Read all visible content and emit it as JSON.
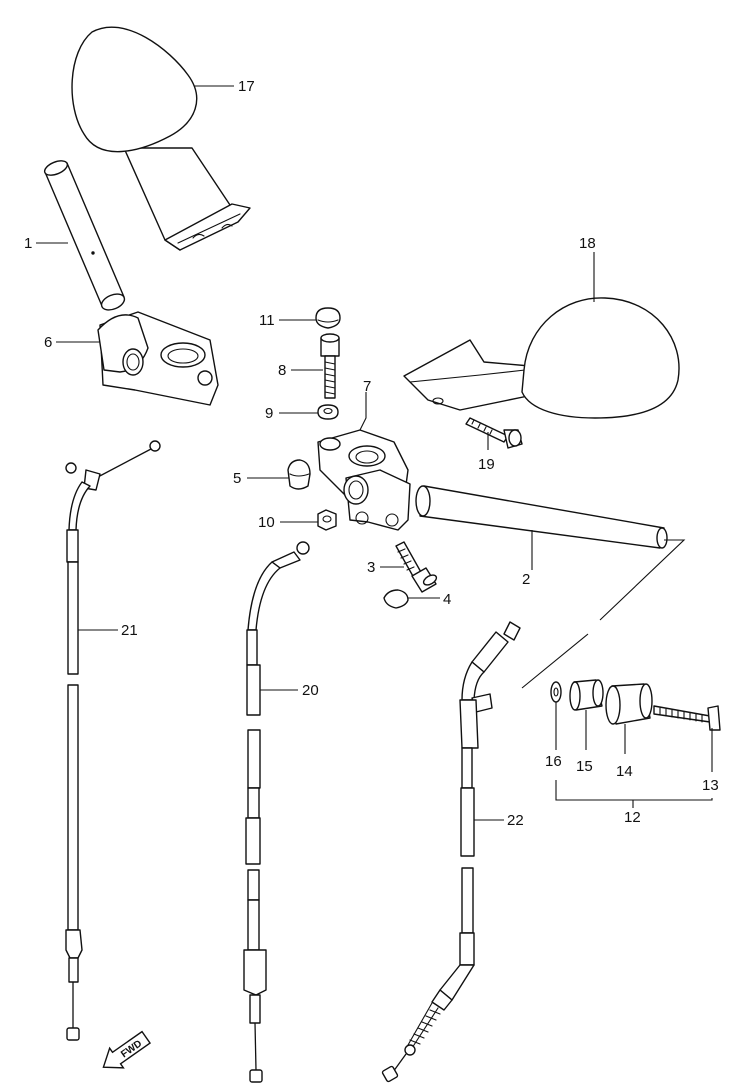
{
  "callouts": [
    {
      "id": "1",
      "text": "1"
    },
    {
      "id": "2",
      "text": "2"
    },
    {
      "id": "3",
      "text": "3"
    },
    {
      "id": "4",
      "text": "4"
    },
    {
      "id": "5",
      "text": "5"
    },
    {
      "id": "6",
      "text": "6"
    },
    {
      "id": "7",
      "text": "7"
    },
    {
      "id": "8",
      "text": "8"
    },
    {
      "id": "9",
      "text": "9"
    },
    {
      "id": "10",
      "text": "10"
    },
    {
      "id": "11",
      "text": "11"
    },
    {
      "id": "12",
      "text": "12"
    },
    {
      "id": "13",
      "text": "13"
    },
    {
      "id": "14",
      "text": "14"
    },
    {
      "id": "15",
      "text": "15"
    },
    {
      "id": "16",
      "text": "16"
    },
    {
      "id": "17",
      "text": "17"
    },
    {
      "id": "18",
      "text": "18"
    },
    {
      "id": "19",
      "text": "19"
    },
    {
      "id": "20",
      "text": "20"
    },
    {
      "id": "21",
      "text": "21"
    },
    {
      "id": "22",
      "text": "22"
    }
  ],
  "fwd_label": "FWD"
}
